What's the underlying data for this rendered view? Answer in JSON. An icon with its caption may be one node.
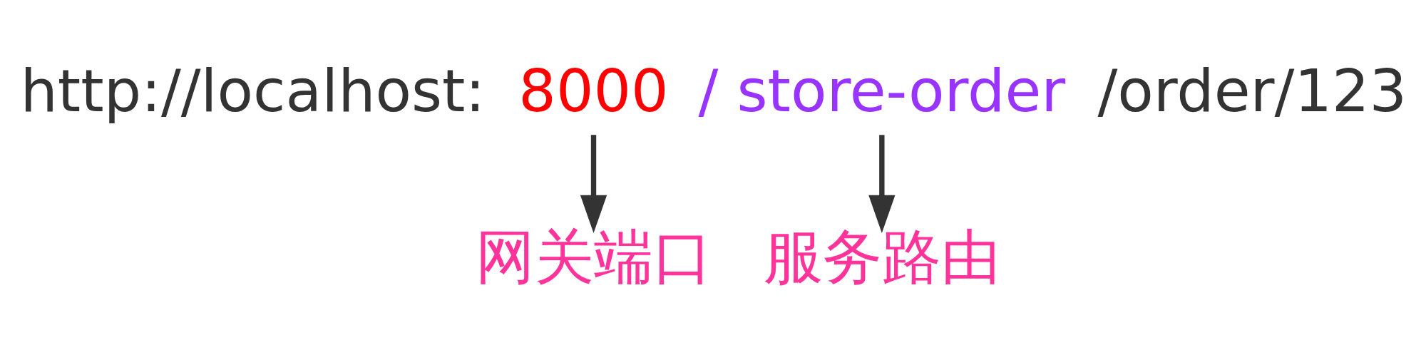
{
  "diagram": {
    "nodes": [
      {
        "text": [
          "http://localhost:"
        ]
      },
      {
        "text": [
          "8000"
        ]
      },
      {
        "text": [
          "/ store-order"
        ]
      },
      {
        "text": [
          "/order/123"
        ]
      },
      {
        "text": [
          "网关端口"
        ]
      },
      {
        "text": [
          "服务路由"
        ]
      }
    ],
    "edges": [
      {
        "from": 1,
        "to": 4,
        "arrow": "to"
      },
      {
        "from": 2,
        "to": 5,
        "arrow": "to"
      }
    ]
  }
}
